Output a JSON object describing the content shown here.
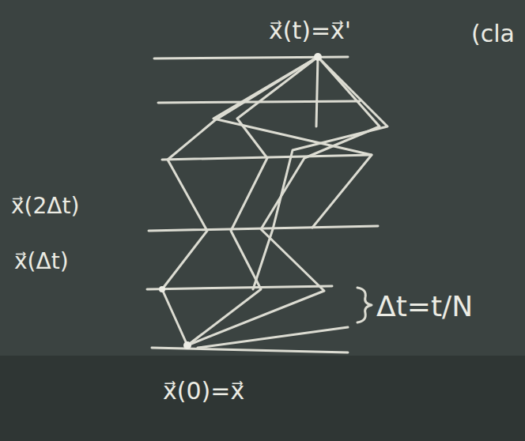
{
  "diagram": {
    "labels": [
      "x⃗(t)=x⃗'",
      "(cla",
      "x⃗(2Δt)",
      "x⃗(Δt)",
      "Δt=t/N",
      "x⃗(0)=x⃗"
    ]
  }
}
